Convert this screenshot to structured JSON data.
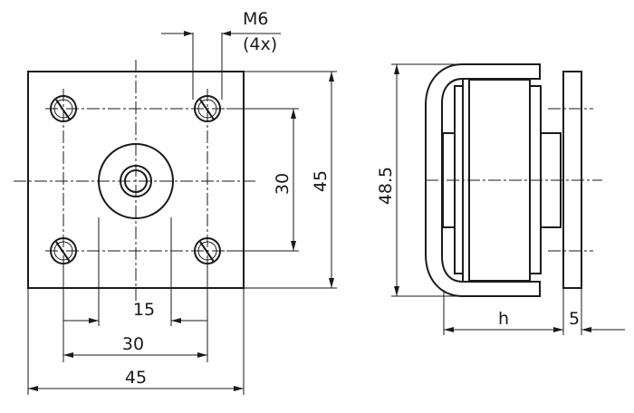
{
  "drawing": {
    "thread_label": "M6",
    "thread_count": "(4x)",
    "dim_hole_spacing_vertical": "30",
    "dim_plate_height": "45",
    "dim_center_offset": "15",
    "dim_hole_spacing_horizontal": "30",
    "dim_plate_width": "45",
    "dim_overall_height": "48.5",
    "dim_body_depth": "h",
    "dim_plate_thickness": "5",
    "line_color": "#1a1a1a",
    "background_color": "#ffffff"
  }
}
